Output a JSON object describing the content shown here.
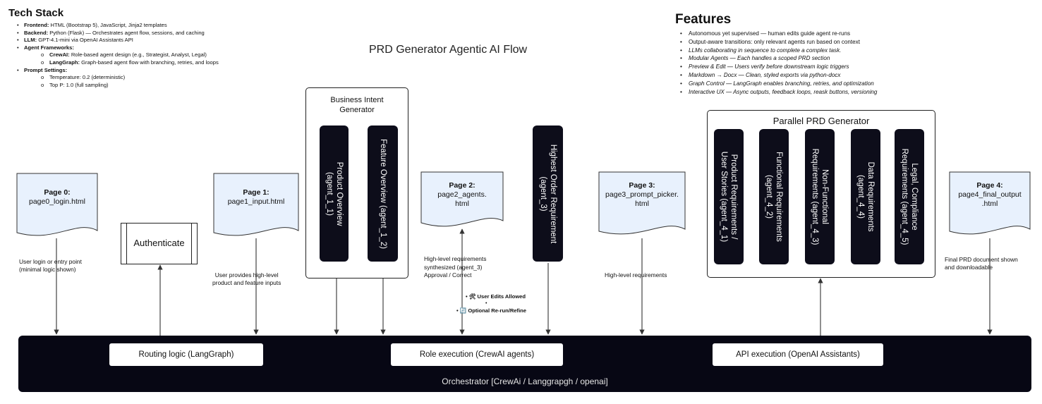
{
  "tech_stack": {
    "title": "Tech Stack",
    "items": [
      {
        "label": "Frontend:",
        "text": " HTML (Bootstrap 5), JavaScript, Jinja2 templates"
      },
      {
        "label": "Backend:",
        "text": " Python (Flask) — Orchestrates agent flow, sessions, and caching"
      },
      {
        "label": "LLM:",
        "text": " GPT-4.1-mini via OpenAI Assistants API"
      },
      {
        "label": "Agent Frameworks:",
        "text": ""
      },
      {
        "label": "CrewAI:",
        "text": " Role-based agent design (e.g., Strategist, Analyst, Legal)"
      },
      {
        "label": "LangGraph:",
        "text": " Graph-based agent flow with branching, retries, and loops"
      },
      {
        "label": "Prompt Settings:",
        "text": ""
      },
      {
        "label": "",
        "text": "Temperature: 0.2 (deterministic)"
      },
      {
        "label": "",
        "text": "Top P: 1.0 (full sampling)"
      }
    ]
  },
  "diagram_title": "PRD Generator Agentic AI Flow",
  "features": {
    "title": "Features",
    "items": [
      "Autonomous yet supervised — human edits guide agent re-runs",
      "Output-aware transitions: only relevant agents run based on context",
      "LLMs collaborating in sequence to complete a complex task.",
      "Modular Agents — Each handles a scoped PRD section",
      "Preview & Edit — Users verify before downstream logic triggers",
      "Markdown → Docx — Clean, styled exports via python-docx",
      "Graph Control — LangGraph enables branching, retries, and optimization",
      "Interactive UX — Async outputs, feedback loops, reask buttons, versioning"
    ]
  },
  "pages": {
    "page0": {
      "title": "Page 0:",
      "file": "page0_login.html"
    },
    "page1": {
      "title": "Page 1:",
      "file": "page1_input.html"
    },
    "page2": {
      "title": "Page 2:",
      "file": "page2_agents.\nhtml"
    },
    "page3": {
      "title": "Page 3:",
      "file": "page3_prompt_picker.\nhtml"
    },
    "page4": {
      "title": "Page 4:",
      "file": "page4_final_output\n.html"
    }
  },
  "authenticate": "Authenticate",
  "business_intent": {
    "title": "Business Intent\nGenerator",
    "agents": [
      "Product Overview\n(agent_1_1)",
      "Feature Overview (agent_1_2)"
    ]
  },
  "highest_order": "Highest Order Requirement\n(agent_3)",
  "parallel_prd": {
    "title": "Parallel PRD Generator",
    "agents": [
      "Product Requirements /\nUser Stories (agent_4_1)",
      "Functional Requirements\n(agent_4_2)",
      "Non-Functional\nRequirements (agent_4_3)",
      "Data Requirements\n(agent_4_4)",
      "Legal, Compliance\nRequirements (agent_4_5)"
    ]
  },
  "annotations": {
    "page0": "User login or entry point\n(minimal logic shown)",
    "page1": "User provides high-level\nproduct and feature inputs",
    "page2": "High-level requirements\nsynthesized (agent_3)\nApproval / Correct",
    "edits_allowed": "🛠 User Edits Allowed",
    "rerun": "🔄 Optional Re-run/Refine",
    "page3": "High-level requirements",
    "page4": "Final PRD document shown\nand downloadable"
  },
  "orchestrator": {
    "routing": "Routing logic (LangGraph)",
    "role": "Role execution (CrewAI agents)",
    "api": "API execution (OpenAI Assistants)",
    "label": "Orchestrator [CrewAi / Langgrapgh / openai]"
  },
  "colors": {
    "dark": "#070714",
    "doc_fill": "#e8f1fd",
    "line": "#333333"
  }
}
